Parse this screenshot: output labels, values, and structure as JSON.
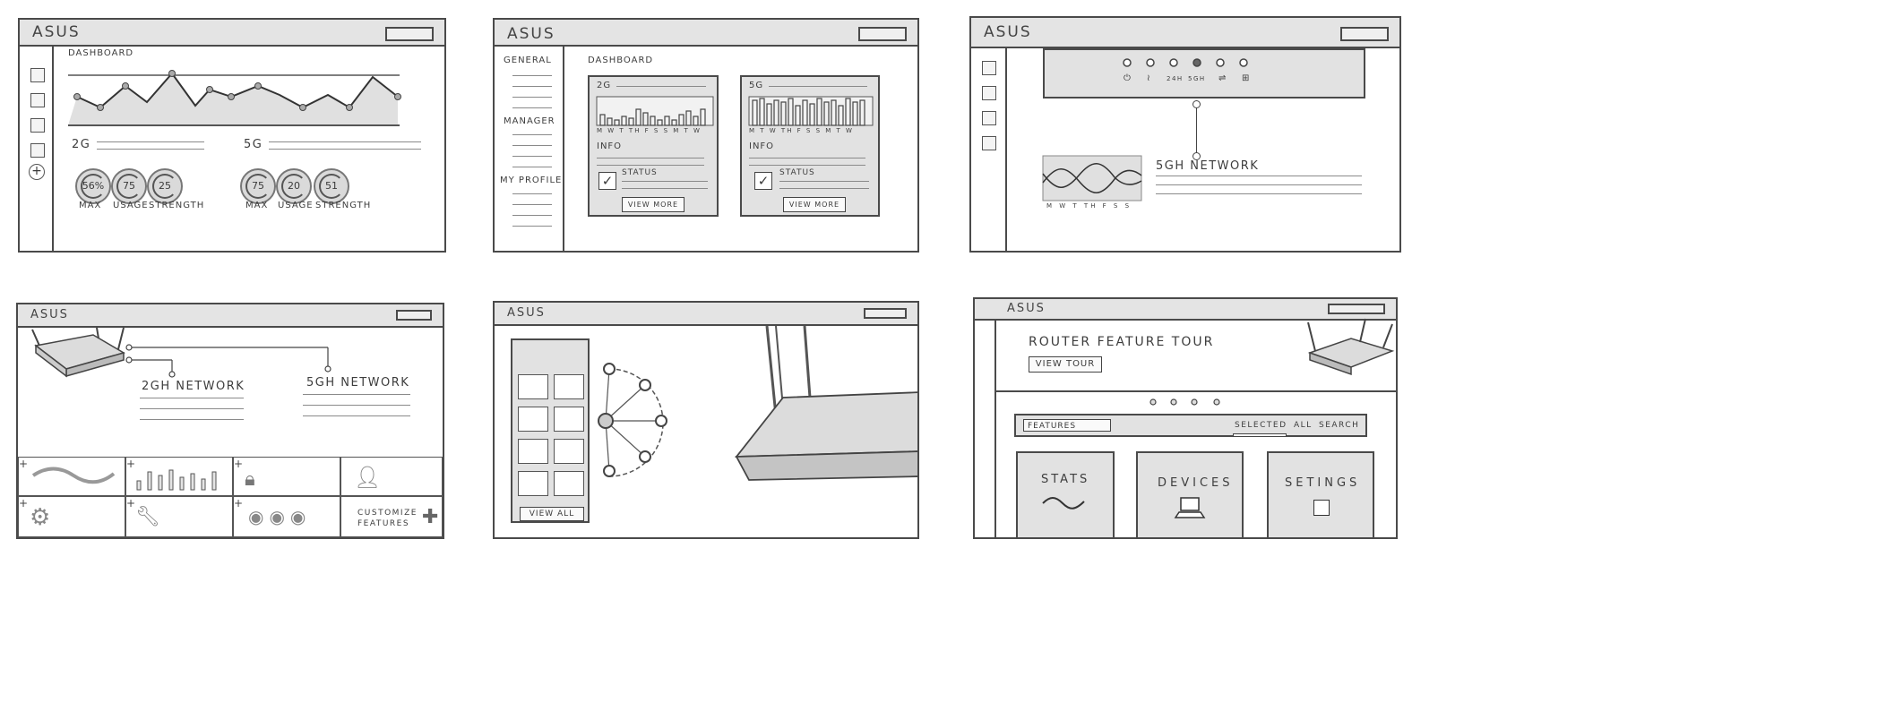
{
  "brand": "ASUS",
  "panel1": {
    "title": "DASHBOARD",
    "band_2g": "2G",
    "band_5g": "5G",
    "gauges_2g": [
      {
        "value": "56%",
        "label": "MAX"
      },
      {
        "value": "75",
        "label": "USAGE"
      },
      {
        "value": "25",
        "label": "STRENGTH"
      }
    ],
    "gauges_5g": [
      {
        "value": "75",
        "label": "MAX"
      },
      {
        "value": "20",
        "label": "USAGE"
      },
      {
        "value": "51",
        "label": "STRENGTH"
      }
    ]
  },
  "panel2": {
    "nav": [
      "GENERAL",
      "MANAGER",
      "MY PROFILE"
    ],
    "title": "DASHBOARD",
    "card_2g": {
      "title": "2G",
      "days": "M W T TH F S S M T W",
      "info": "INFO",
      "status": "STATUS",
      "button": "VIEW MORE"
    },
    "card_5g": {
      "title": "5G",
      "days": "M T W TH F S S M T W",
      "info": "INFO",
      "status": "STATUS",
      "button": "VIEW MORE"
    }
  },
  "panel3": {
    "port_labels": [
      "24H",
      "5GH"
    ],
    "network": "5GH NETWORK",
    "days": "M W T TH F S S"
  },
  "panel4": {
    "net_24": "2GH NETWORK",
    "net_5": "5GH NETWORK",
    "customize": "CUSTOMIZE FEATURES"
  },
  "panel5": {
    "view_all": "VIEW ALL"
  },
  "panel6": {
    "tour_title": "ROUTER FEATURE TOUR",
    "tour_button": "VIEW TOUR",
    "features_label": "FEATURES",
    "filters": [
      "SELECTED",
      "ALL",
      "SEARCH"
    ],
    "cards": [
      "STATS",
      "DEVICES",
      "SETINGS"
    ]
  }
}
